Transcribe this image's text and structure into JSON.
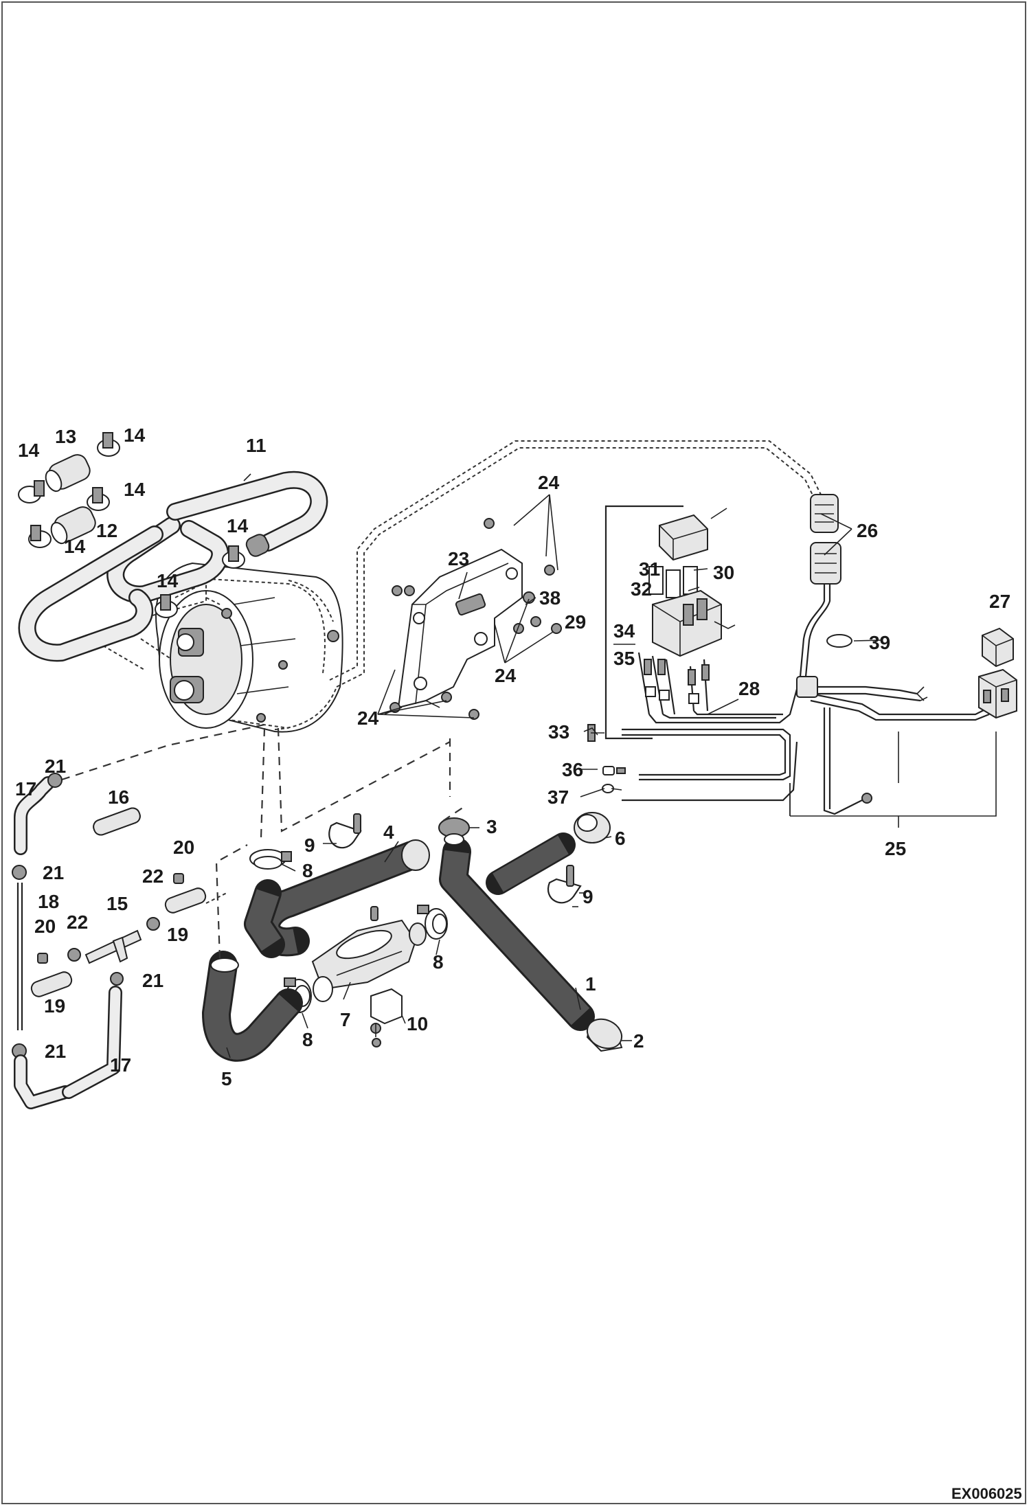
{
  "drawing_code": "EX006025",
  "callouts": [
    "1",
    "2",
    "3",
    "4",
    "5",
    "6",
    "7",
    "8",
    "9",
    "10",
    "11",
    "12",
    "13",
    "14",
    "15",
    "16",
    "17",
    "18",
    "19",
    "20",
    "21",
    "22",
    "23",
    "24",
    "25",
    "26",
    "27",
    "28",
    "29",
    "30",
    "31",
    "32",
    "33",
    "34",
    "35",
    "36",
    "37",
    "38",
    "39"
  ]
}
